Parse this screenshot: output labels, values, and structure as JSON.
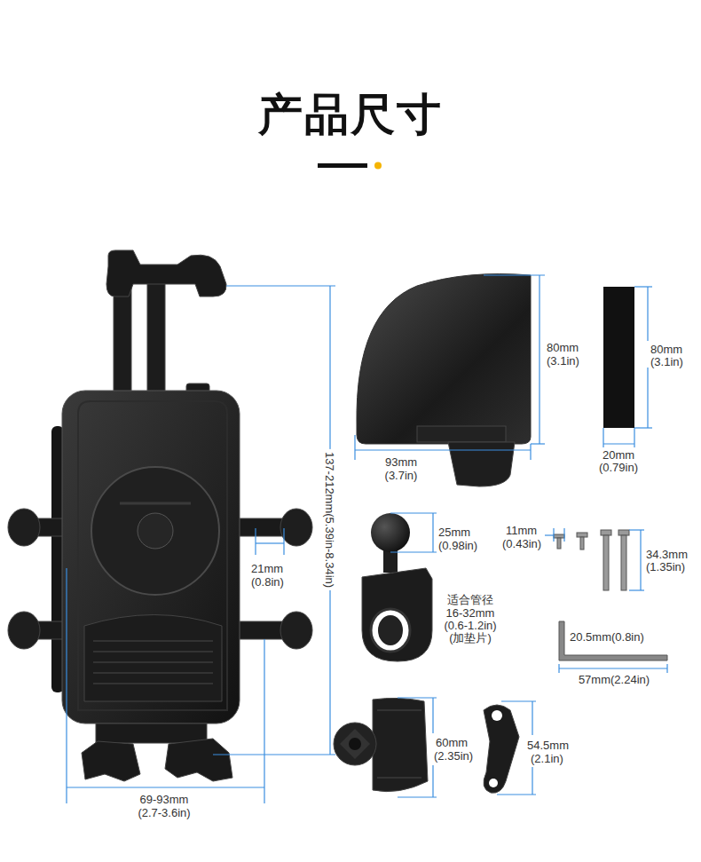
{
  "diagram": {
    "title": "产品尺寸",
    "labels": [
      "137-212mm(5.39in-8.34in)",
      "21mm",
      "(0.8in)",
      "69-93mm",
      "(2.7-3.6in)",
      "80mm",
      "(3.1in)",
      "93mm",
      "(3.7in)",
      "80mm",
      "(3.1in)",
      "20mm",
      "(0.79in)",
      "25mm",
      "(0.98in)",
      "11mm",
      "(0.43in)",
      "34.3mm",
      "(1.35in)",
      "适合管径",
      "16-32mm",
      "(0.6-1.2in)",
      "(加垫片)",
      "20.5mm(0.8in)",
      "57mm(2.24in)",
      "60mm",
      "(2.35in)",
      "54.5mm",
      "(2.1in)"
    ]
  }
}
